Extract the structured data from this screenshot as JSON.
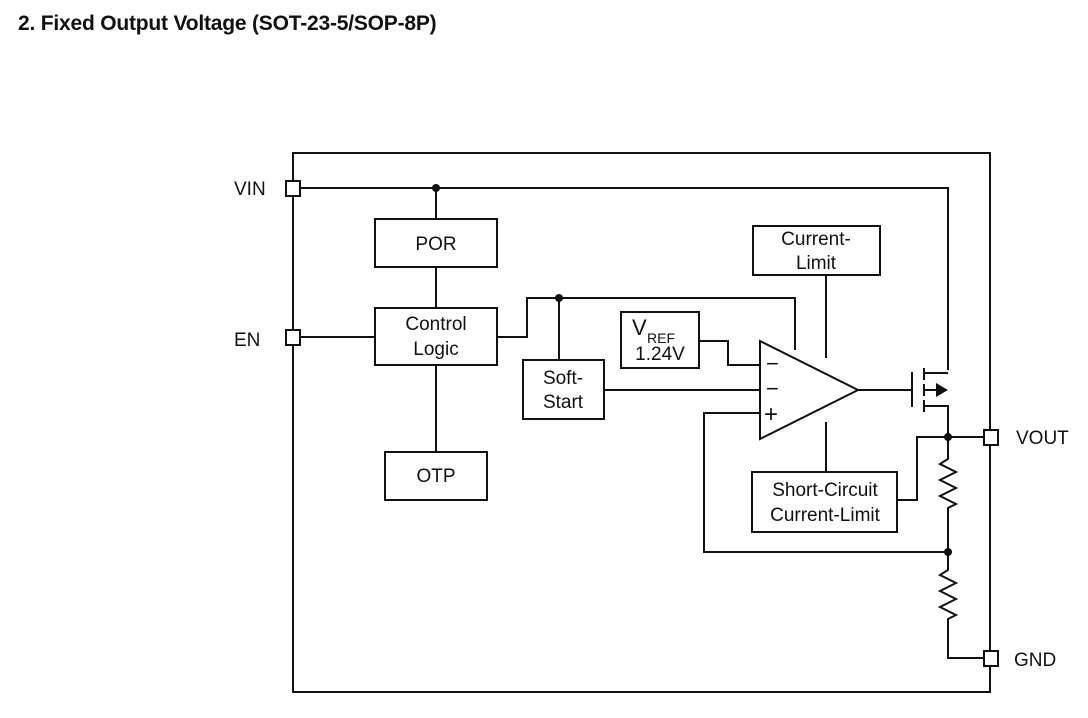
{
  "title": "2. Fixed Output Voltage (SOT-23-5/SOP-8P)",
  "pins": {
    "vin": "VIN",
    "en": "EN",
    "vout": "VOUT",
    "gnd": "GND"
  },
  "blocks": {
    "por": "POR",
    "control_logic": [
      "Control",
      "Logic"
    ],
    "otp": "OTP",
    "soft_start": [
      "Soft-",
      "Start"
    ],
    "vref": {
      "symbol": "V",
      "subscript": "REF",
      "value": "1.24V"
    },
    "current_limit": [
      "Current-",
      "Limit"
    ],
    "short_circuit": [
      "Short-Circuit",
      "Current-Limit"
    ]
  },
  "amplifier": {
    "inputs": [
      "−",
      "−",
      "+"
    ]
  }
}
